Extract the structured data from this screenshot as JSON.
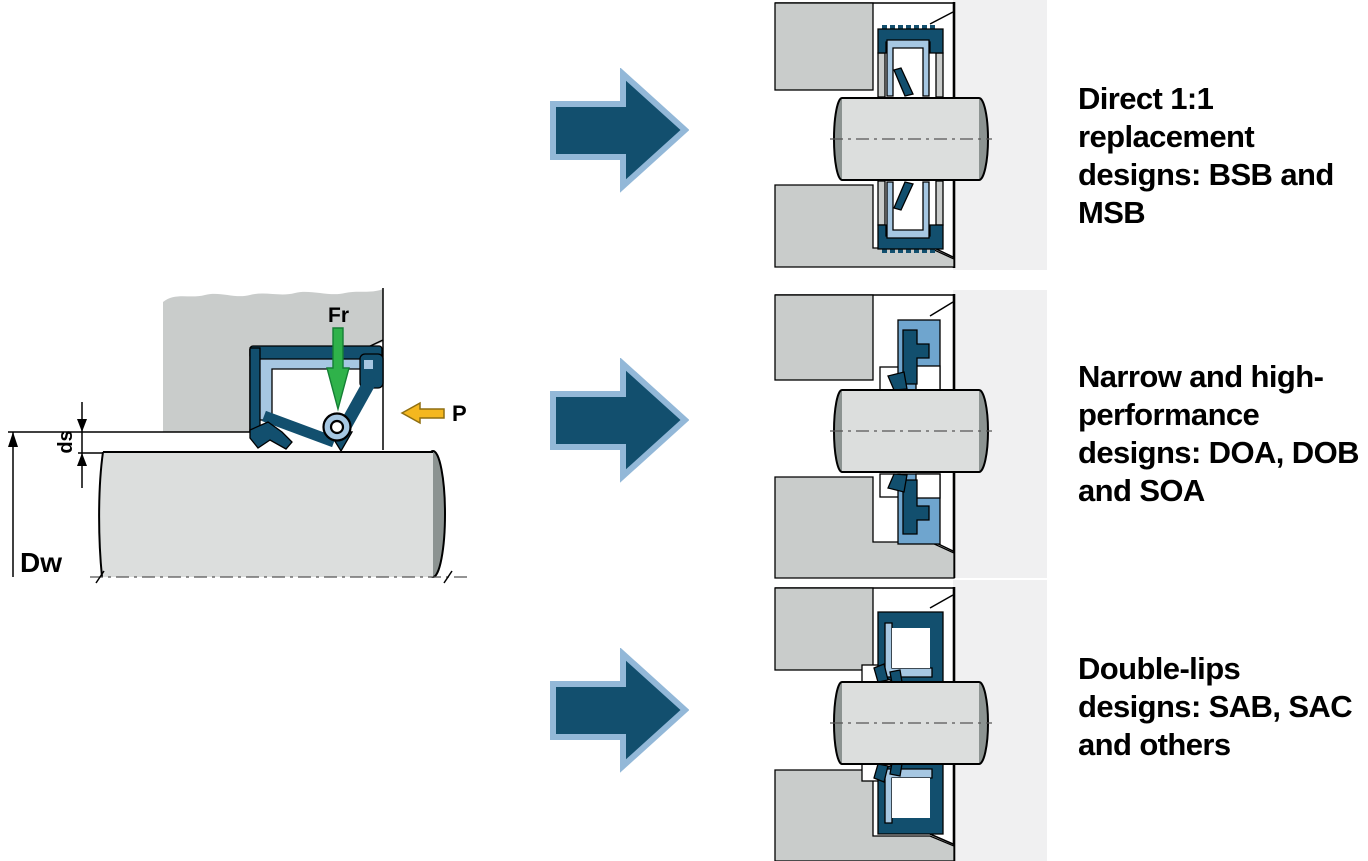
{
  "colors": {
    "dark_blue": "#124f6e",
    "light_blue": "#a6c7e2",
    "mid_blue": "#6fa5ce",
    "housing_gray": "#c9cccb",
    "shaft_gray": "#dcdedd",
    "shaft_end_gray": "#8c9391",
    "panel_gray": "#f0f0f1",
    "arrow_border": "#93b8d8",
    "green": "#2fb24a",
    "yellow": "#f4b71f",
    "text": "#000000"
  },
  "left_diagram": {
    "radial_force_label": "Fr",
    "pressure_label": "P",
    "shaft_step_label": "ds",
    "shaft_diameter_label": "Dw"
  },
  "rows": [
    {
      "caption": "Direct 1:1\nreplacement\ndesigns: BSB and\nMSB"
    },
    {
      "caption": "Narrow and high-\nperformance\ndesigns: DOA, DOB\nand SOA"
    },
    {
      "caption": "Double-lips\ndesigns: SAB, SAC\nand others"
    }
  ]
}
